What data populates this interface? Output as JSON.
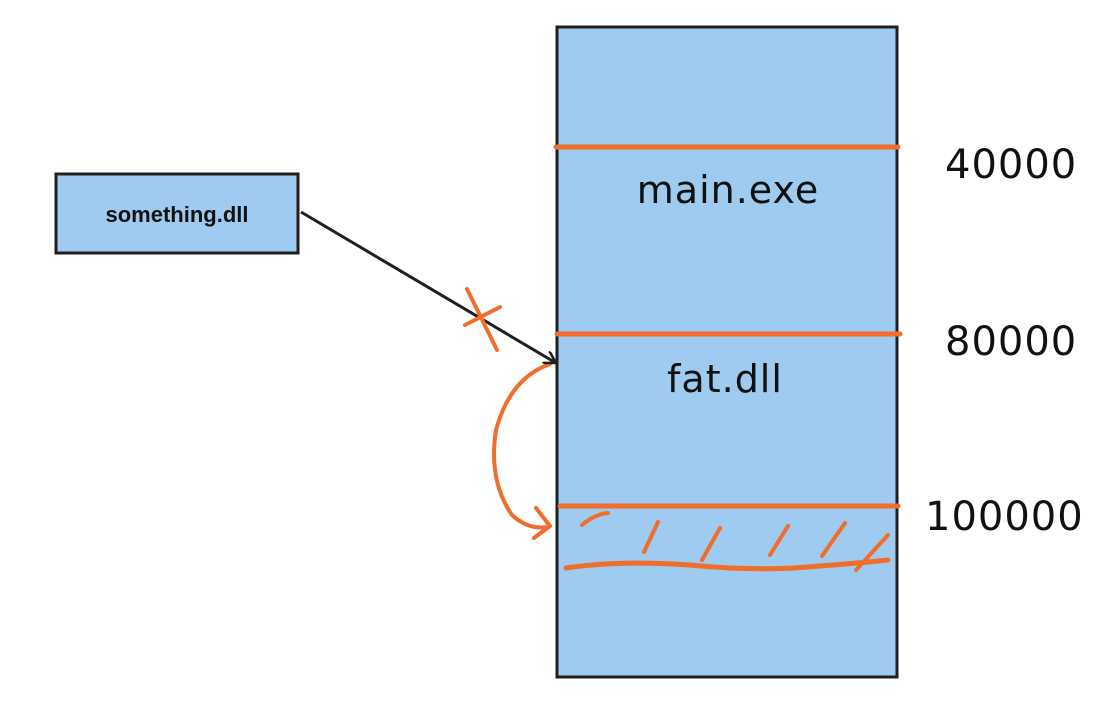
{
  "external_module": {
    "label": "something.dll"
  },
  "memory": {
    "main_module": {
      "label": "main.exe",
      "address": "40000"
    },
    "fat_module": {
      "label": "fat.dll",
      "address": "80000"
    },
    "target_region": {
      "address": "100000"
    }
  },
  "colors": {
    "memory_fill": "#9ecbef",
    "highlight": "#f06d2c",
    "outline": "#1f1f1f"
  }
}
